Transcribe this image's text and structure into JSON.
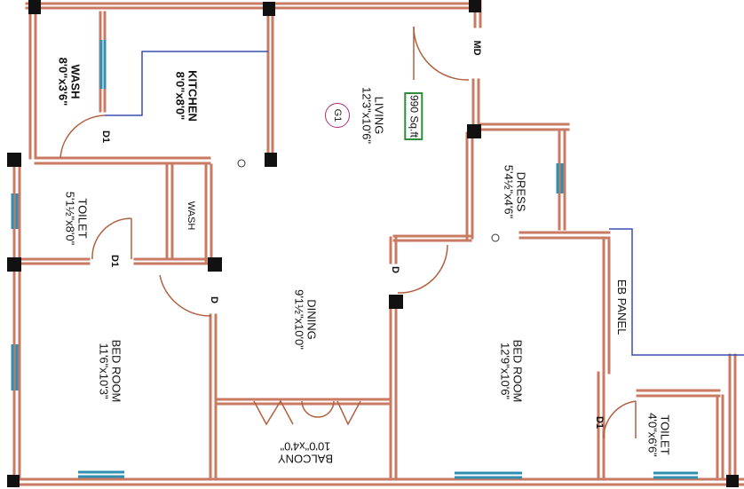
{
  "rooms": {
    "wash1": {
      "name": "WASH",
      "size": "8'0\"x3'6\""
    },
    "kitchen": {
      "name": "KITCHEN",
      "size": "8'0\"x8'0\""
    },
    "living": {
      "name": "LIVING",
      "size": "12'3\"x10'6\""
    },
    "unit_id": "G1",
    "area": "990 Sq.ft",
    "toilet1": {
      "name": "TOILET",
      "size": "5'1½\"x8'0\""
    },
    "wash2": {
      "name": "WASH"
    },
    "dress": {
      "name": "DRESS",
      "size": "5'4½\"x4'6\""
    },
    "bed1": {
      "name": "BED ROOM",
      "size": "11'6\"x10'3\""
    },
    "dining": {
      "name": "DINING",
      "size": "9'1½\"x10'0\""
    },
    "bed2": {
      "name": "BED ROOM",
      "size": "12'9\"x10'6\""
    },
    "eb_panel": {
      "name": "EB PANEL"
    },
    "toilet2": {
      "name": "TOILET",
      "size": "4'0\"x6'6\""
    },
    "balcony": {
      "name": "BALCONY",
      "size": "10'0\"x4'0\""
    }
  },
  "doors": {
    "md": "MD",
    "d1_kitchen": "D1",
    "d1_toilet": "D1",
    "d_bed1": "D",
    "d_bed2": "D",
    "d1_toilet2": "D1"
  },
  "colors": {
    "wall": "#c97a63",
    "column": "#111111",
    "window": "#2f8fb0",
    "area_box": "#2e8b3a",
    "blue_line": "#3a4fb0"
  }
}
